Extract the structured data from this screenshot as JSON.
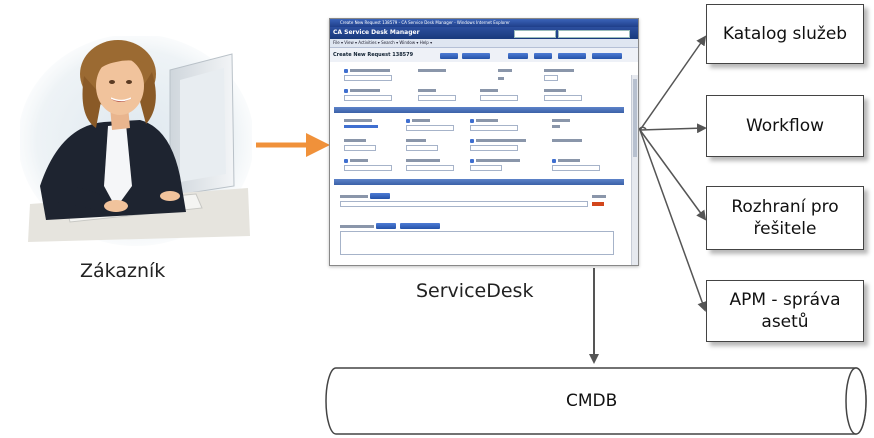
{
  "customer": {
    "label": "Zákazník",
    "image": "customer-photo"
  },
  "service_desk": {
    "label": "ServiceDesk",
    "screenshot": {
      "window_title": "Create New Request 138579 - CA Service Desk Manager - Windows Internet Explorer",
      "app_title": "CA Service Desk Manager",
      "menu": "File ▾  View ▾  Activities ▾  Search ▾  Window ▾  Help ▾",
      "form_title": "Create New Request 138579"
    }
  },
  "targets": [
    {
      "label": "Katalog služeb"
    },
    {
      "label": "Workflow"
    },
    {
      "label": "Rozhraní pro\nřešitele"
    },
    {
      "label": "APM - správa\nasetů"
    }
  ],
  "database": {
    "label": "CMDB"
  },
  "colors": {
    "arrow_orange": "#f0913a",
    "line": "#555555"
  }
}
